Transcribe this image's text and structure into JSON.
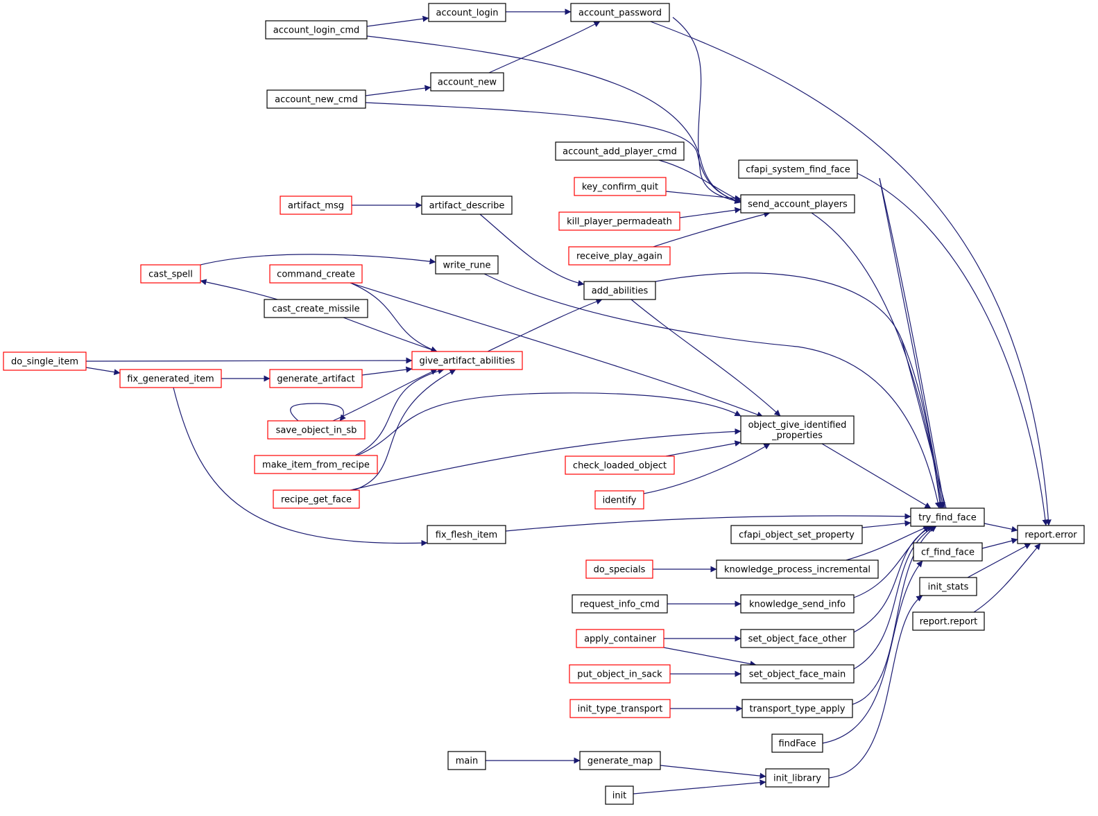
{
  "colors": {
    "edge": "#191970",
    "node_border_normal": "#000000",
    "node_border_truncated": "#ff0000",
    "node_fill_focus": "#bfbfbf",
    "node_fill": "#ffffff"
  },
  "nodes": [
    {
      "id": "report_error",
      "label": "report.error",
      "style": "focus"
    },
    {
      "id": "try_find_face",
      "label": "try_find_face",
      "style": "normal"
    },
    {
      "id": "cf_find_face",
      "label": "cf_find_face",
      "style": "normal"
    },
    {
      "id": "init_stats",
      "label": "init_stats",
      "style": "normal"
    },
    {
      "id": "report_report",
      "label": "report.report",
      "style": "normal"
    },
    {
      "id": "account_login",
      "label": "account_login",
      "style": "normal"
    },
    {
      "id": "account_password",
      "label": "account_password",
      "style": "normal"
    },
    {
      "id": "account_login_cmd",
      "label": "account_login_cmd",
      "style": "normal"
    },
    {
      "id": "account_new",
      "label": "account_new",
      "style": "normal"
    },
    {
      "id": "account_new_cmd",
      "label": "account_new_cmd",
      "style": "normal"
    },
    {
      "id": "account_add_player_cmd",
      "label": "account_add_player_cmd",
      "style": "normal"
    },
    {
      "id": "cfapi_system_find_face",
      "label": "cfapi_system_find_face",
      "style": "normal"
    },
    {
      "id": "key_confirm_quit",
      "label": "key_confirm_quit",
      "style": "truncated"
    },
    {
      "id": "send_account_players",
      "label": "send_account_players",
      "style": "normal"
    },
    {
      "id": "kill_player_permadeath",
      "label": "kill_player_permadeath",
      "style": "truncated"
    },
    {
      "id": "receive_play_again",
      "label": "receive_play_again",
      "style": "truncated"
    },
    {
      "id": "artifact_msg",
      "label": "artifact_msg",
      "style": "truncated"
    },
    {
      "id": "artifact_describe",
      "label": "artifact_describe",
      "style": "normal"
    },
    {
      "id": "cast_spell",
      "label": "cast_spell",
      "style": "truncated"
    },
    {
      "id": "write_rune",
      "label": "write_rune",
      "style": "normal"
    },
    {
      "id": "command_create",
      "label": "command_create",
      "style": "truncated"
    },
    {
      "id": "add_abilities",
      "label": "add_abilities",
      "style": "normal"
    },
    {
      "id": "cast_create_missile",
      "label": "cast_create_missile",
      "style": "normal"
    },
    {
      "id": "do_single_item",
      "label": "do_single_item",
      "style": "truncated"
    },
    {
      "id": "give_artifact_abilities",
      "label": "give_artifact_abilities",
      "style": "truncated"
    },
    {
      "id": "fix_generated_item",
      "label": "fix_generated_item",
      "style": "truncated"
    },
    {
      "id": "generate_artifact",
      "label": "generate_artifact",
      "style": "truncated"
    },
    {
      "id": "save_object_in_sb",
      "label": "save_object_in_sb",
      "style": "truncated"
    },
    {
      "id": "object_give_identified_properties",
      "label": "object_give_identified",
      "label2": "_properties",
      "style": "normal"
    },
    {
      "id": "make_item_from_recipe",
      "label": "make_item_from_recipe",
      "style": "truncated"
    },
    {
      "id": "check_loaded_object",
      "label": "check_loaded_object",
      "style": "truncated"
    },
    {
      "id": "recipe_get_face",
      "label": "recipe_get_face",
      "style": "truncated"
    },
    {
      "id": "identify",
      "label": "identify",
      "style": "truncated"
    },
    {
      "id": "fix_flesh_item",
      "label": "fix_flesh_item",
      "style": "normal"
    },
    {
      "id": "cfapi_object_set_property",
      "label": "cfapi_object_set_property",
      "style": "normal"
    },
    {
      "id": "do_specials",
      "label": "do_specials",
      "style": "truncated"
    },
    {
      "id": "knowledge_process_incremental",
      "label": "knowledge_process_incremental",
      "style": "normal"
    },
    {
      "id": "request_info_cmd",
      "label": "request_info_cmd",
      "style": "normal"
    },
    {
      "id": "knowledge_send_info",
      "label": "knowledge_send_info",
      "style": "normal"
    },
    {
      "id": "apply_container",
      "label": "apply_container",
      "style": "truncated"
    },
    {
      "id": "set_object_face_other",
      "label": "set_object_face_other",
      "style": "normal"
    },
    {
      "id": "put_object_in_sack",
      "label": "put_object_in_sack",
      "style": "truncated"
    },
    {
      "id": "set_object_face_main",
      "label": "set_object_face_main",
      "style": "normal"
    },
    {
      "id": "init_type_transport",
      "label": "init_type_transport",
      "style": "truncated"
    },
    {
      "id": "transport_type_apply",
      "label": "transport_type_apply",
      "style": "normal"
    },
    {
      "id": "findFace",
      "label": "findFace",
      "style": "normal"
    },
    {
      "id": "main",
      "label": "main",
      "style": "normal"
    },
    {
      "id": "generate_map",
      "label": "generate_map",
      "style": "normal"
    },
    {
      "id": "init_library",
      "label": "init_library",
      "style": "normal"
    },
    {
      "id": "init",
      "label": "init",
      "style": "normal"
    }
  ],
  "edges": [
    {
      "from": "account_login_cmd",
      "to": "account_login"
    },
    {
      "from": "account_login",
      "to": "account_password"
    },
    {
      "from": "account_new_cmd",
      "to": "account_new"
    },
    {
      "from": "account_new",
      "to": "account_password"
    },
    {
      "from": "account_password",
      "to": "report_error"
    },
    {
      "from": "account_password",
      "to": "send_account_players"
    },
    {
      "from": "account_login_cmd",
      "to": "send_account_players"
    },
    {
      "from": "account_new_cmd",
      "to": "send_account_players"
    },
    {
      "from": "account_add_player_cmd",
      "to": "send_account_players"
    },
    {
      "from": "key_confirm_quit",
      "to": "send_account_players"
    },
    {
      "from": "kill_player_permadeath",
      "to": "send_account_players"
    },
    {
      "from": "receive_play_again",
      "to": "send_account_players"
    },
    {
      "from": "send_account_players",
      "to": "try_find_face"
    },
    {
      "from": "cfapi_system_find_face",
      "to": "report_error"
    },
    {
      "from": "cfapi_system_find_face",
      "to": "try_find_face"
    },
    {
      "from": "artifact_msg",
      "to": "artifact_describe"
    },
    {
      "from": "artifact_describe",
      "to": "add_abilities"
    },
    {
      "from": "cast_spell",
      "to": "write_rune"
    },
    {
      "from": "cast_create_missile",
      "to": "cast_spell"
    },
    {
      "from": "write_rune",
      "to": "try_find_face"
    },
    {
      "from": "command_create",
      "to": "give_artifact_abilities"
    },
    {
      "from": "command_create",
      "to": "object_give_identified_properties"
    },
    {
      "from": "add_abilities",
      "to": "try_find_face"
    },
    {
      "from": "add_abilities",
      "to": "object_give_identified_properties"
    },
    {
      "from": "give_artifact_abilities",
      "to": "add_abilities"
    },
    {
      "from": "cast_create_missile",
      "to": "give_artifact_abilities"
    },
    {
      "from": "do_single_item",
      "to": "give_artifact_abilities"
    },
    {
      "from": "do_single_item",
      "to": "fix_generated_item"
    },
    {
      "from": "fix_generated_item",
      "to": "generate_artifact"
    },
    {
      "from": "generate_artifact",
      "to": "give_artifact_abilities"
    },
    {
      "from": "save_object_in_sb",
      "to": "give_artifact_abilities"
    },
    {
      "from": "save_object_in_sb",
      "to": "save_object_in_sb"
    },
    {
      "from": "make_item_from_recipe",
      "to": "give_artifact_abilities"
    },
    {
      "from": "make_item_from_recipe",
      "to": "object_give_identified_properties"
    },
    {
      "from": "recipe_get_face",
      "to": "give_artifact_abilities"
    },
    {
      "from": "recipe_get_face",
      "to": "object_give_identified_properties"
    },
    {
      "from": "check_loaded_object",
      "to": "object_give_identified_properties"
    },
    {
      "from": "identify",
      "to": "object_give_identified_properties"
    },
    {
      "from": "object_give_identified_properties",
      "to": "try_find_face"
    },
    {
      "from": "fix_generated_item",
      "to": "fix_flesh_item"
    },
    {
      "from": "fix_flesh_item",
      "to": "try_find_face"
    },
    {
      "from": "cfapi_object_set_property",
      "to": "try_find_face"
    },
    {
      "from": "do_specials",
      "to": "knowledge_process_incremental"
    },
    {
      "from": "knowledge_process_incremental",
      "to": "try_find_face"
    },
    {
      "from": "request_info_cmd",
      "to": "knowledge_send_info"
    },
    {
      "from": "knowledge_send_info",
      "to": "try_find_face"
    },
    {
      "from": "apply_container",
      "to": "set_object_face_other"
    },
    {
      "from": "apply_container",
      "to": "set_object_face_main"
    },
    {
      "from": "set_object_face_other",
      "to": "try_find_face"
    },
    {
      "from": "put_object_in_sack",
      "to": "set_object_face_main"
    },
    {
      "from": "set_object_face_main",
      "to": "try_find_face"
    },
    {
      "from": "init_type_transport",
      "to": "transport_type_apply"
    },
    {
      "from": "transport_type_apply",
      "to": "try_find_face"
    },
    {
      "from": "findFace",
      "to": "cf_find_face"
    },
    {
      "from": "main",
      "to": "generate_map"
    },
    {
      "from": "generate_map",
      "to": "init_library"
    },
    {
      "from": "init",
      "to": "init_library"
    },
    {
      "from": "init_library",
      "to": "init_stats"
    },
    {
      "from": "try_find_face",
      "to": "report_error"
    },
    {
      "from": "cf_find_face",
      "to": "report_error"
    },
    {
      "from": "init_stats",
      "to": "report_error"
    },
    {
      "from": "report_report",
      "to": "report_error"
    }
  ]
}
